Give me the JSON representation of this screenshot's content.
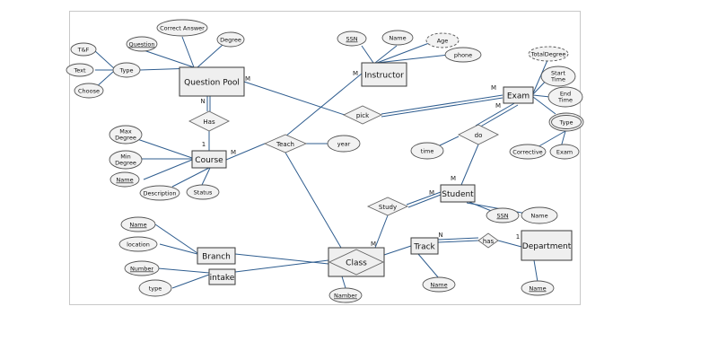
{
  "diagram": {
    "type": "er-diagram",
    "colors": {
      "line": "#2f5d8f",
      "entity_fill": "#efefef",
      "attr_fill": "#f2f2f2",
      "frame": "#c8c8c8"
    },
    "entities": [
      {
        "id": "qpool",
        "label": "Question Pool"
      },
      {
        "id": "instructor",
        "label": "Instructor"
      },
      {
        "id": "exam",
        "label": "Exam"
      },
      {
        "id": "course",
        "label": "Course"
      },
      {
        "id": "student",
        "label": "Student"
      },
      {
        "id": "branch",
        "label": "Branch"
      },
      {
        "id": "intake",
        "label": "intake"
      },
      {
        "id": "track",
        "label": "Track"
      },
      {
        "id": "department",
        "label": "Department"
      },
      {
        "id": "class",
        "label": "Class",
        "weak": true
      }
    ],
    "relationships": [
      {
        "id": "has1",
        "label": "Has"
      },
      {
        "id": "teach",
        "label": "Teach"
      },
      {
        "id": "pick",
        "label": "pick"
      },
      {
        "id": "do",
        "label": "do"
      },
      {
        "id": "study",
        "label": "Study"
      },
      {
        "id": "has2",
        "label": "has"
      }
    ],
    "attributes": [
      {
        "id": "a_tf",
        "label": "T&F"
      },
      {
        "id": "a_text",
        "label": "Text"
      },
      {
        "id": "a_choose",
        "label": "Choose"
      },
      {
        "id": "a_type",
        "label": "Type"
      },
      {
        "id": "a_question",
        "label": "Question",
        "key": true
      },
      {
        "id": "a_correct",
        "label": "Correct Answer"
      },
      {
        "id": "a_degree",
        "label": "Degree"
      },
      {
        "id": "a_issn",
        "label": "SSN",
        "key": true
      },
      {
        "id": "a_iname",
        "label": "Name"
      },
      {
        "id": "a_age",
        "label": "Age",
        "derived": true
      },
      {
        "id": "a_phone",
        "label": "phone"
      },
      {
        "id": "a_total",
        "label": "TotalDegree",
        "derived": true
      },
      {
        "id": "a_start",
        "label": "Start Time"
      },
      {
        "id": "a_end",
        "label": "End Time"
      },
      {
        "id": "a_etype",
        "label": "Type",
        "multivalued": true
      },
      {
        "id": "a_corrective",
        "label": "Corrective"
      },
      {
        "id": "a_exam",
        "label": "Exam"
      },
      {
        "id": "a_maxdeg",
        "label": "Max Degree"
      },
      {
        "id": "a_mindeg",
        "label": "Min Degree"
      },
      {
        "id": "a_cname",
        "label": "Name",
        "key": true
      },
      {
        "id": "a_desc",
        "label": "Description"
      },
      {
        "id": "a_status",
        "label": "Status"
      },
      {
        "id": "a_year",
        "label": "year"
      },
      {
        "id": "a_time",
        "label": "time"
      },
      {
        "id": "a_sssn",
        "label": "SSN",
        "key": true
      },
      {
        "id": "a_sname",
        "label": "Name"
      },
      {
        "id": "a_bname",
        "label": "Name",
        "key": true
      },
      {
        "id": "a_location",
        "label": "location"
      },
      {
        "id": "a_number",
        "label": "Number",
        "key": true
      },
      {
        "id": "a_itype",
        "label": "type"
      },
      {
        "id": "a_tname",
        "label": "Name",
        "key": true
      },
      {
        "id": "a_dname",
        "label": "Name",
        "key": true
      },
      {
        "id": "a_cnumber",
        "label": "Namber",
        "key": true
      }
    ],
    "cardinalities": [
      {
        "id": "c_qp_m",
        "label": "M"
      },
      {
        "id": "c_qp_n",
        "label": "N"
      },
      {
        "id": "c_course_1",
        "label": "1"
      },
      {
        "id": "c_course_m",
        "label": "M"
      },
      {
        "id": "c_instr_m",
        "label": "M"
      },
      {
        "id": "c_exam_m1",
        "label": "M"
      },
      {
        "id": "c_exam_m2",
        "label": "M"
      },
      {
        "id": "c_student_m1",
        "label": "M"
      },
      {
        "id": "c_student_m2",
        "label": "M"
      },
      {
        "id": "c_class_m",
        "label": "M"
      },
      {
        "id": "c_track_n",
        "label": "N"
      },
      {
        "id": "c_dept_1",
        "label": "1"
      }
    ]
  }
}
